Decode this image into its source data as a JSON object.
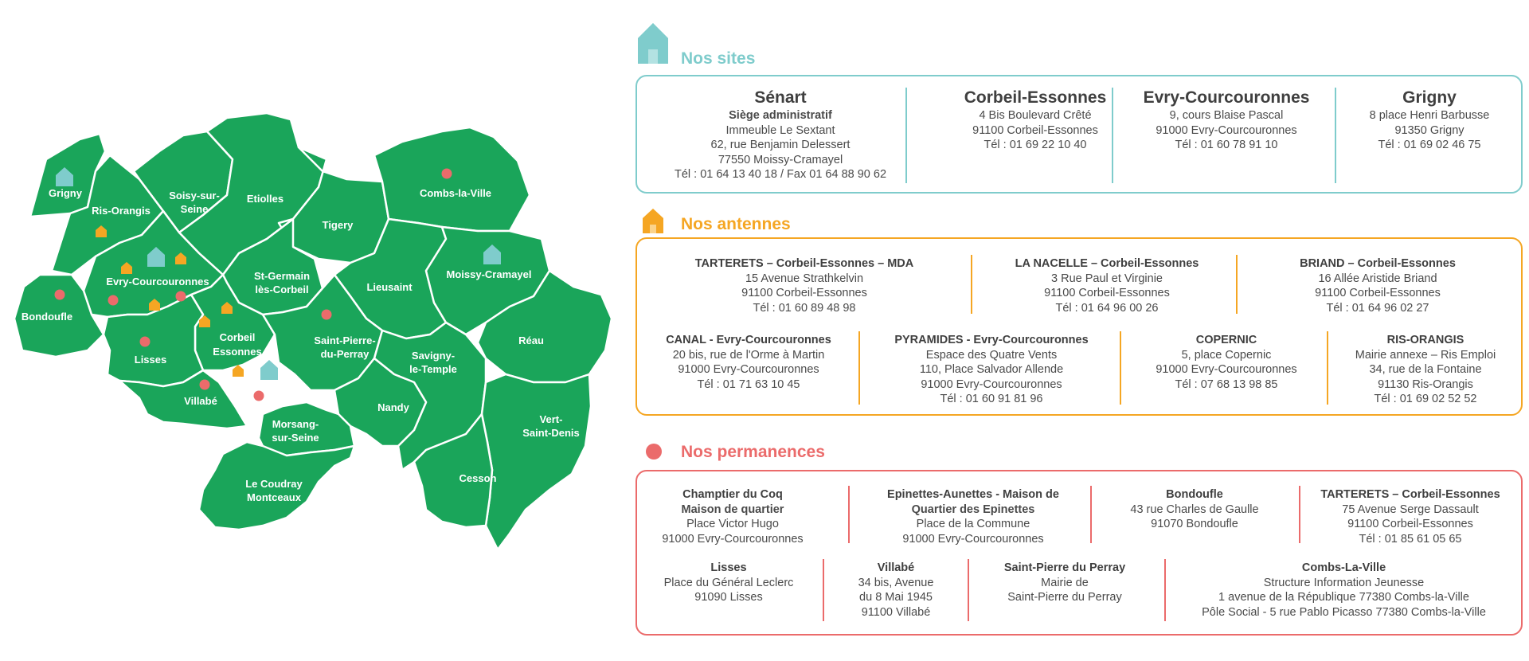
{
  "colors": {
    "map_green": "#1aa55a",
    "sites": "#7fcccc",
    "antennes": "#f5a623",
    "permanences": "#eb6b6b",
    "text": "#4a4a4a"
  },
  "legend_icons": {
    "sites": "house-icon",
    "antennes": "house-icon",
    "permanences": "dot-icon"
  },
  "map": {
    "communes": [
      "Grigny",
      "Ris-Orangis",
      "Soisy-sur-",
      "Seine",
      "Etiolles",
      "Tigery",
      "Combs-la-Ville",
      "Evry-Courcouronnes",
      "St-Germain",
      "lès-Corbeil",
      "Lieusaint",
      "Moissy-Cramayel",
      "Bondoufle",
      "Corbeil",
      "Essonnes",
      "Saint-Pierre-",
      "du-Perray",
      "Réau",
      "Lisses",
      "Savigny-",
      "le-Temple",
      "Villabé",
      "Nandy",
      "Vert-",
      "Saint-Denis",
      "Morsang-",
      "sur-Seine",
      "Cesson",
      "Le Coudray",
      "Montceaux"
    ]
  },
  "sites": {
    "title": "Nos sites",
    "entries": [
      {
        "name": "Sénart",
        "lines": [
          "Siège administratif",
          "Immeuble Le Sextant",
          "62, rue Benjamin Delessert",
          "77550 Moissy-Cramayel",
          "Tél : 01 64 13 40 18 / Fax 01 64 88 90 62"
        ]
      },
      {
        "name": "Corbeil-Essonnes",
        "lines": [
          "4 Bis Boulevard Crêté",
          "91100 Corbeil-Essonnes",
          "Tél : 01 69 22 10 40"
        ]
      },
      {
        "name": "Evry-Courcouronnes",
        "lines": [
          "9, cours Blaise Pascal",
          "91000 Evry-Courcouronnes",
          "Tél : 01 60 78 91 10"
        ]
      },
      {
        "name": "Grigny",
        "lines": [
          "8 place Henri Barbusse",
          "91350 Grigny",
          "Tél : 01 69 02 46 75"
        ]
      }
    ]
  },
  "antennes": {
    "title": "Nos antennes",
    "entries": [
      {
        "name": "TARTERETS – Corbeil-Essonnes – MDA",
        "lines": [
          "15 Avenue Strathkelvin",
          "91100 Corbeil-Essonnes",
          "Tél : 01 60 89 48 98"
        ]
      },
      {
        "name": "LA NACELLE – Corbeil-Essonnes",
        "lines": [
          "3 Rue Paul et Virginie",
          "91100 Corbeil-Essonnes",
          "Tél : 01 64 96 00 26"
        ]
      },
      {
        "name": "BRIAND – Corbeil-Essonnes",
        "lines": [
          "16 Allée Aristide Briand",
          "91100 Corbeil-Essonnes",
          "Tél : 01 64 96 02 27"
        ]
      },
      {
        "name": "CANAL - Evry-Courcouronnes",
        "lines": [
          "20 bis, rue de l'Orme à Martin",
          "91000 Evry-Courcouronnes",
          "Tél : 01 71 63 10 45"
        ]
      },
      {
        "name": "PYRAMIDES - Evry-Courcouronnes",
        "lines": [
          "Espace des Quatre Vents",
          "110, Place Salvador Allende",
          "91000 Evry-Courcouronnes",
          "Tél : 01 60 91 81 96"
        ]
      },
      {
        "name": "COPERNIC",
        "lines": [
          "5, place Copernic",
          "91000 Evry-Courcouronnes",
          "Tél : 07 68 13 98 85"
        ]
      },
      {
        "name": "RIS-ORANGIS",
        "lines": [
          "Mairie annexe – Ris Emploi",
          "34, rue de la Fontaine",
          "91130 Ris-Orangis",
          "Tél : 01 69 02 52 52"
        ]
      }
    ]
  },
  "permanences": {
    "title": "Nos permanences",
    "entries": [
      {
        "name": "Champtier du Coq",
        "lines": [
          "Maison de quartier",
          "Place Victor Hugo",
          "91000 Evry-Courcouronnes"
        ]
      },
      {
        "name": "Epinettes-Aunettes - Maison de",
        "lines": [
          "Quartier des Epinettes",
          "Place de la Commune",
          "91000 Evry-Courcouronnes"
        ]
      },
      {
        "name": "Bondoufle",
        "lines": [
          "43 rue Charles de Gaulle",
          "91070 Bondoufle"
        ]
      },
      {
        "name": "TARTERETS – Corbeil-Essonnes",
        "lines": [
          "75 Avenue Serge Dassault",
          "91100 Corbeil-Essonnes",
          "Tél : 01 85 61 05 65"
        ]
      },
      {
        "name": "Lisses",
        "lines": [
          "Place du Général Leclerc",
          "91090 Lisses"
        ]
      },
      {
        "name": "Villabé",
        "lines": [
          "34 bis, Avenue",
          "du 8 Mai 1945",
          "91100 Villabé"
        ]
      },
      {
        "name": "Saint-Pierre du Perray",
        "lines": [
          "Mairie de",
          "Saint-Pierre du Perray"
        ]
      },
      {
        "name": "Combs-La-Ville",
        "lines": [
          "Structure Information Jeunesse",
          "1 avenue de la République 77380 Combs-la-Ville",
          "Pôle Social - 5 rue Pablo Picasso 77380 Combs-la-Ville"
        ]
      }
    ]
  }
}
